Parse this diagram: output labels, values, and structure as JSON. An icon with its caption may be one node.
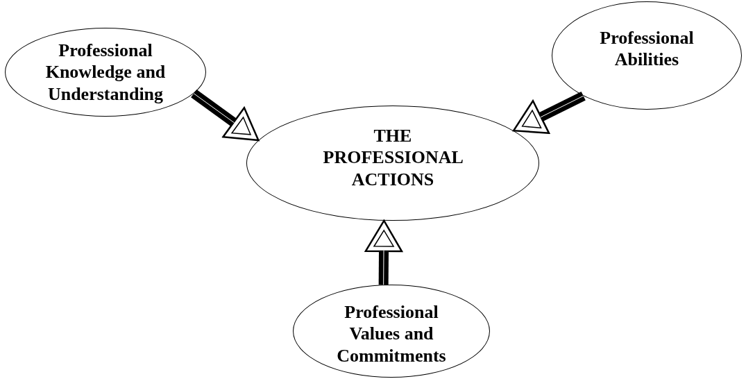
{
  "diagram": {
    "nodes": [
      {
        "text": [
          "Professional Knowledge and Understanding"
        ]
      },
      {
        "text": [
          "Professional Abilities"
        ]
      },
      {
        "text": [
          "THE PROFESSIONAL ACTIONS"
        ]
      },
      {
        "text": [
          "Professional Values and Commitments"
        ]
      }
    ],
    "edges": [
      {
        "from": 0,
        "to": 2,
        "arrow": "to"
      },
      {
        "from": 1,
        "to": 2,
        "arrow": "to"
      },
      {
        "from": 3,
        "to": 2,
        "arrow": "to"
      }
    ]
  }
}
